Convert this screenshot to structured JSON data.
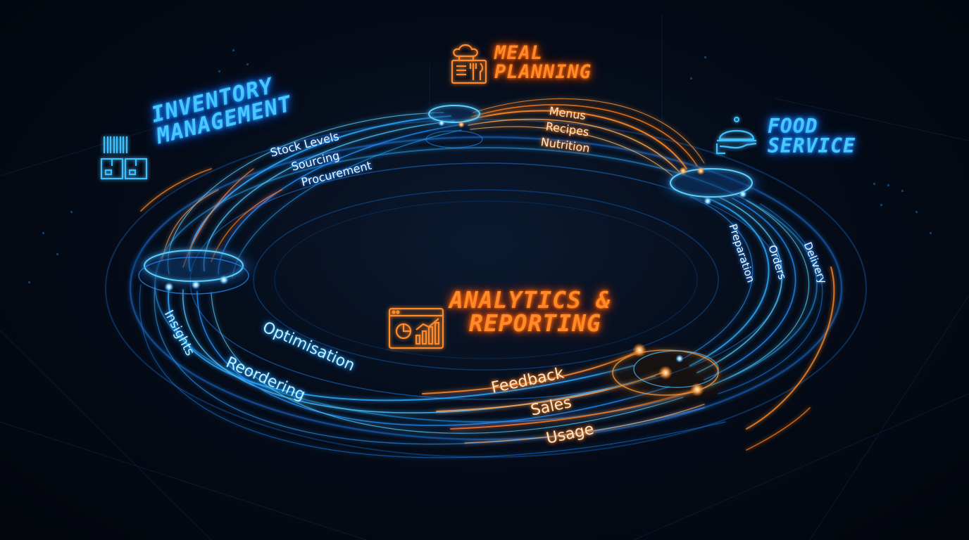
{
  "nodes": {
    "inventory": {
      "title_line1": "INVENTORY",
      "title_line2": "MANAGEMENT",
      "icon": "barcode-boxes-icon",
      "color": "#3fbfff"
    },
    "meal_planning": {
      "title_line1": "MEAL",
      "title_line2": "PLANNING",
      "icon": "chef-menu-icon",
      "color": "#ff8a2a"
    },
    "food_service": {
      "title_line1": "FOOD",
      "title_line2": "SERVICE",
      "icon": "cloche-serving-icon",
      "color": "#3fbfff"
    },
    "analytics": {
      "title_line1": "ANALYTICS &",
      "title_line2": "REPORTING",
      "icon": "dashboard-chart-icon",
      "color": "#ff8a2a"
    }
  },
  "flows": {
    "inventory_to_meal": [
      "Stock Levels",
      "Sourcing",
      "Procurement"
    ],
    "meal_to_service": [
      "Menus",
      "Recipes",
      "Nutrition"
    ],
    "service_to_analytics": [
      "Preparation",
      "Orders",
      "Delivery"
    ],
    "analytics_to_inventory": [
      "Feedback",
      "Sales",
      "Usage"
    ],
    "inventory_loop": [
      "Insights",
      "Optimisation",
      "Reordering"
    ]
  },
  "colors": {
    "blue_glow": "#2aa8ff",
    "orange_glow": "#ff7a1a",
    "background": "#03070f"
  }
}
